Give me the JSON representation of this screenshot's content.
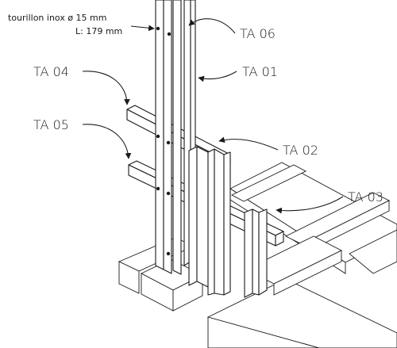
{
  "annotation": {
    "line1": "tourillon inox ø 15 mm",
    "line2": "L: 179 mm"
  },
  "labels": {
    "ta06": "TA 06",
    "ta01": "TA 01",
    "ta04": "TA 04",
    "ta05": "TA 05",
    "ta02": "TA 02",
    "ta03": "TA 03"
  }
}
